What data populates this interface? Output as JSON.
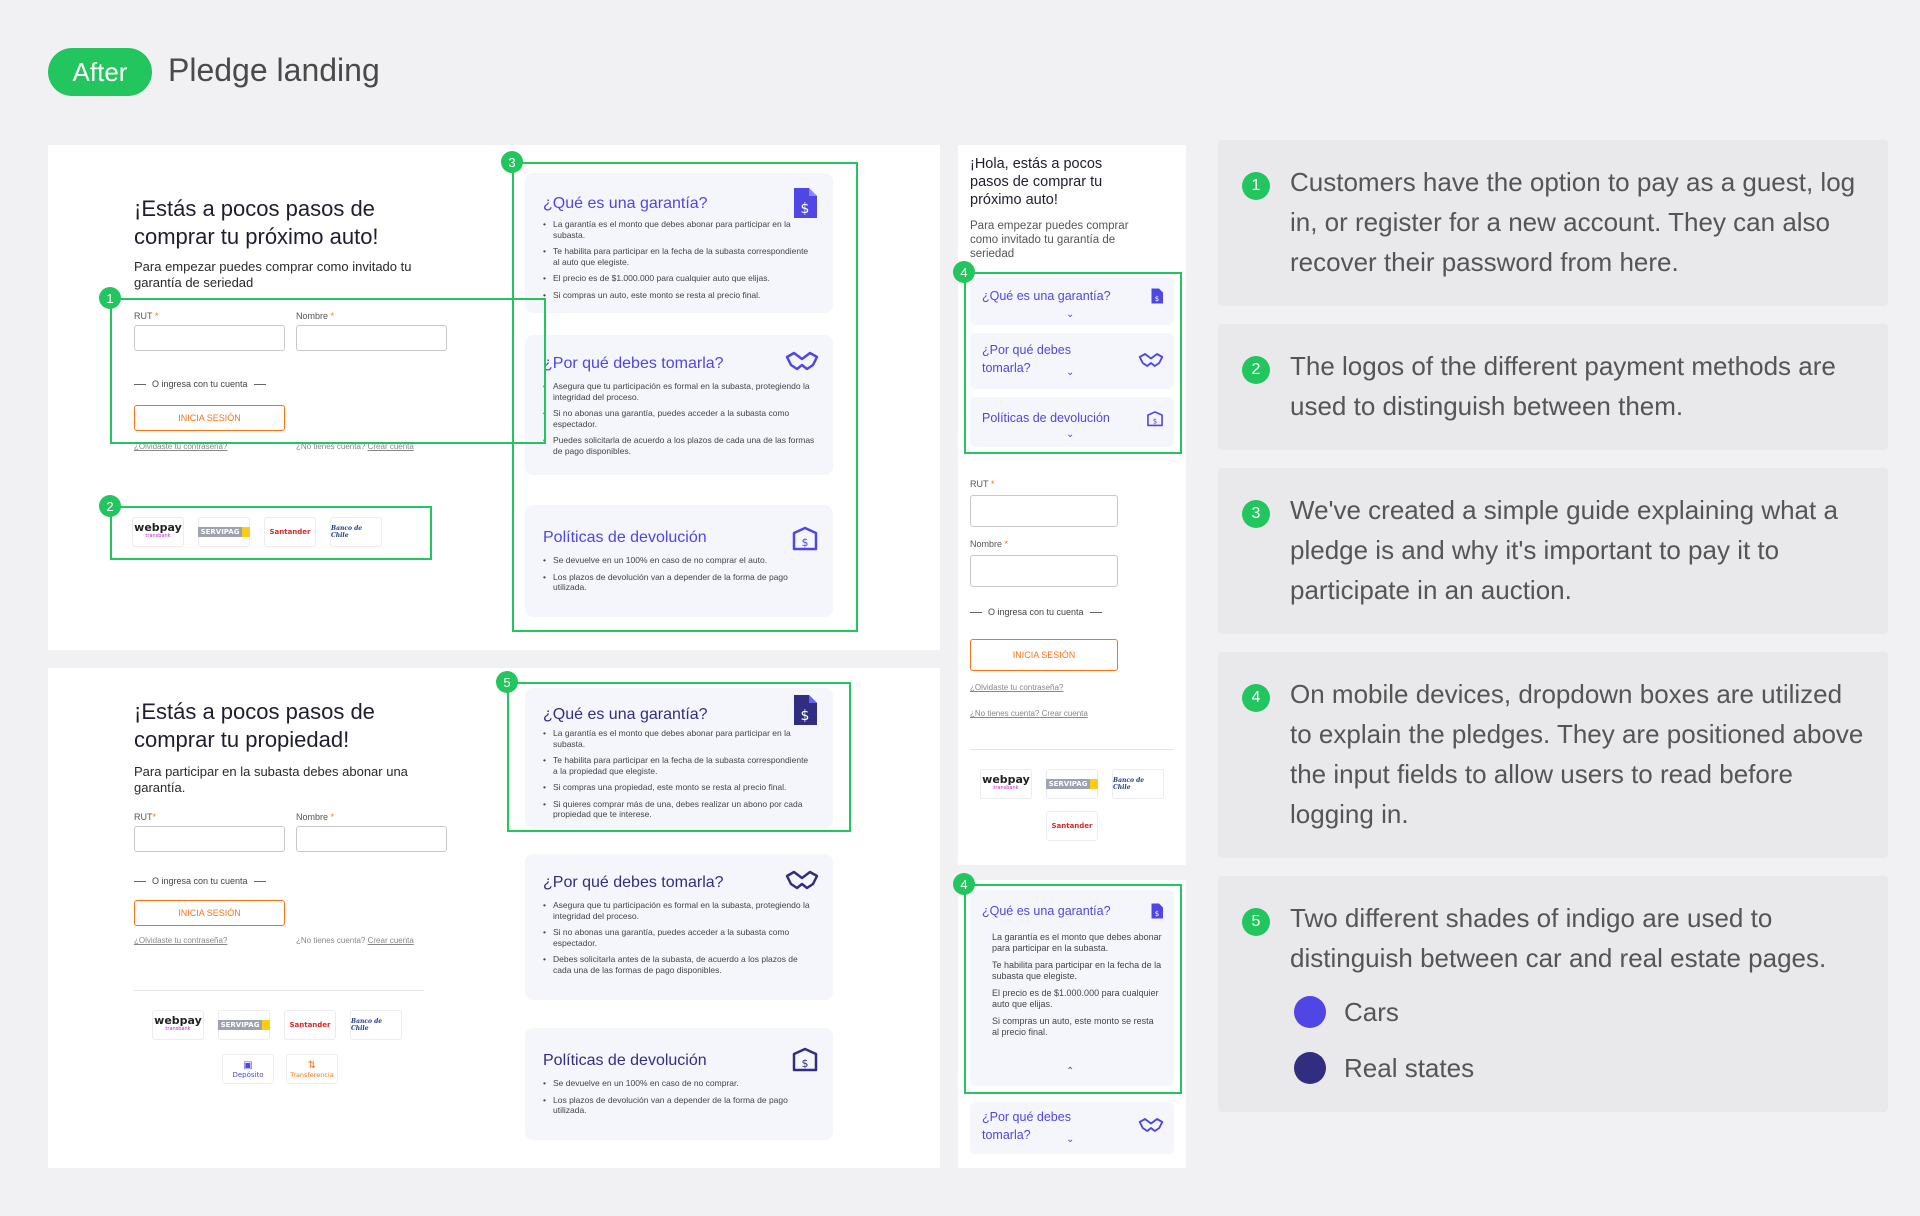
{
  "header": {
    "badge": "After",
    "title": "Pledge landing"
  },
  "colors": {
    "green": "#22c55e",
    "indigo_cars": "#4f46e5",
    "indigo_real_states": "#312e81",
    "orange": "#f97316"
  },
  "form": {
    "car_title": "¡Estás a pocos pasos de comprar tu próximo auto!",
    "car_sub": "Para empezar puedes comprar como invitado tu garantía de seriedad",
    "prop_title": "¡Estás a pocos pasos de comprar tu propiedad!",
    "prop_sub": "Para participar en la subasta debes abonar una garantía.",
    "rut": "RUT",
    "nombre": "Nombre",
    "req": "*",
    "or": "O ingresa con tu cuenta",
    "login": "INICIA SESIÓN",
    "forgot": "¿Olvidaste tu contraseña?",
    "no_account": "¿No tienes cuenta?",
    "create": "Crear cuenta"
  },
  "payments": {
    "webpay": "webpay",
    "webpay_sub": "transbank",
    "servipag": "SERVIPAG",
    "santander": "Santander",
    "bancochile": "Banco de Chile",
    "deposito": "Depósito",
    "transferencia": "Transferencia"
  },
  "guide_car": [
    {
      "title": "¿Qué es una garantía?",
      "icon": "document-dollar-icon",
      "items": [
        "La garantía es el monto que debes abonar para participar en la subasta.",
        "Te habilita para participar en la fecha de la subasta correspondiente al auto que elegiste.",
        "El precio es de $1.000.000 para cualquier auto que elijas.",
        "Si compras un auto, este monto se resta al precio final."
      ]
    },
    {
      "title": "¿Por qué debes tomarla?",
      "icon": "handshake-icon",
      "items": [
        "Asegura que tu participación es formal en la subasta, protegiendo la integridad del proceso.",
        "Si no abonas una garantía, puedes acceder a la subasta como espectador.",
        "Puedes solicitarla de acuerdo a los plazos de cada una de las formas de pago disponibles."
      ]
    },
    {
      "title": "Políticas de devolución",
      "icon": "refund-box-icon",
      "items": [
        "Se devuelve en un 100% en caso de no comprar el auto.",
        "Los plazos de devolución van a depender de la forma de pago utilizada."
      ]
    }
  ],
  "guide_prop": [
    {
      "title": "¿Qué es una garantía?",
      "icon": "document-dollar-icon",
      "items": [
        "La garantía es el monto que debes abonar para participar en la subasta.",
        "Te habilita para participar en la fecha de la subasta correspondiente a la propiedad que elegiste.",
        "Si compras una propiedad, este monto se resta al precio final.",
        "Si quieres comprar más de una, debes realizar un abono por cada propiedad que te interese."
      ]
    },
    {
      "title": "¿Por qué debes tomarla?",
      "icon": "handshake-icon",
      "items": [
        "Asegura que tu participación es formal en la subasta, protegiendo la integridad del proceso.",
        "Si no abonas una garantía, puedes acceder a la subasta como espectador.",
        "Debes solicitarla antes de la subasta, de acuerdo a los plazos de cada una de las formas de pago disponibles."
      ]
    },
    {
      "title": "Políticas de devolución",
      "icon": "refund-box-icon",
      "items": [
        "Se devuelve en un 100% en caso de no comprar.",
        "Los plazos de devolución van a depender de la forma de pago utilizada."
      ]
    }
  ],
  "mobile": {
    "title": "¡Hola, estás a pocos pasos de comprar tu próximo auto!",
    "sub": "Para empezar puedes comprar como invitado tu garantía de seriedad",
    "acc1": "¿Qué es una garantía?",
    "acc2": "¿Por qué debes tomarla?",
    "acc3": "Políticas de devolución",
    "expanded_items": [
      "La garantía es el monto que debes abonar para participar en la subasta.",
      "Te habilita para participar en la fecha de la subasta que elegiste.",
      "El precio es de $1.000.000 para cualquier auto que elijas.",
      "Si compras un auto, este monto se resta al precio final."
    ]
  },
  "markers": [
    "1",
    "2",
    "3",
    "4",
    "5"
  ],
  "notes": [
    {
      "num": "1",
      "text": "Customers have the option to pay as a guest, log in, or register for a new account. They can also recover their password from here."
    },
    {
      "num": "2",
      "text": "The logos of the different payment methods are used to distinguish between them."
    },
    {
      "num": "3",
      "text": "We've created a simple guide explaining what a pledge is and why it's important to pay it to participate in an auction."
    },
    {
      "num": "4",
      "text": "On mobile devices, dropdown boxes are utilized to explain the pledges. They are positioned above the input fields to allow users to read before logging in."
    },
    {
      "num": "5",
      "text": "Two different shades of indigo are used to distinguish between car and real estate pages."
    }
  ],
  "legend": [
    {
      "label": "Cars",
      "color": "#4f46e5"
    },
    {
      "label": "Real states",
      "color": "#312e81"
    }
  ]
}
